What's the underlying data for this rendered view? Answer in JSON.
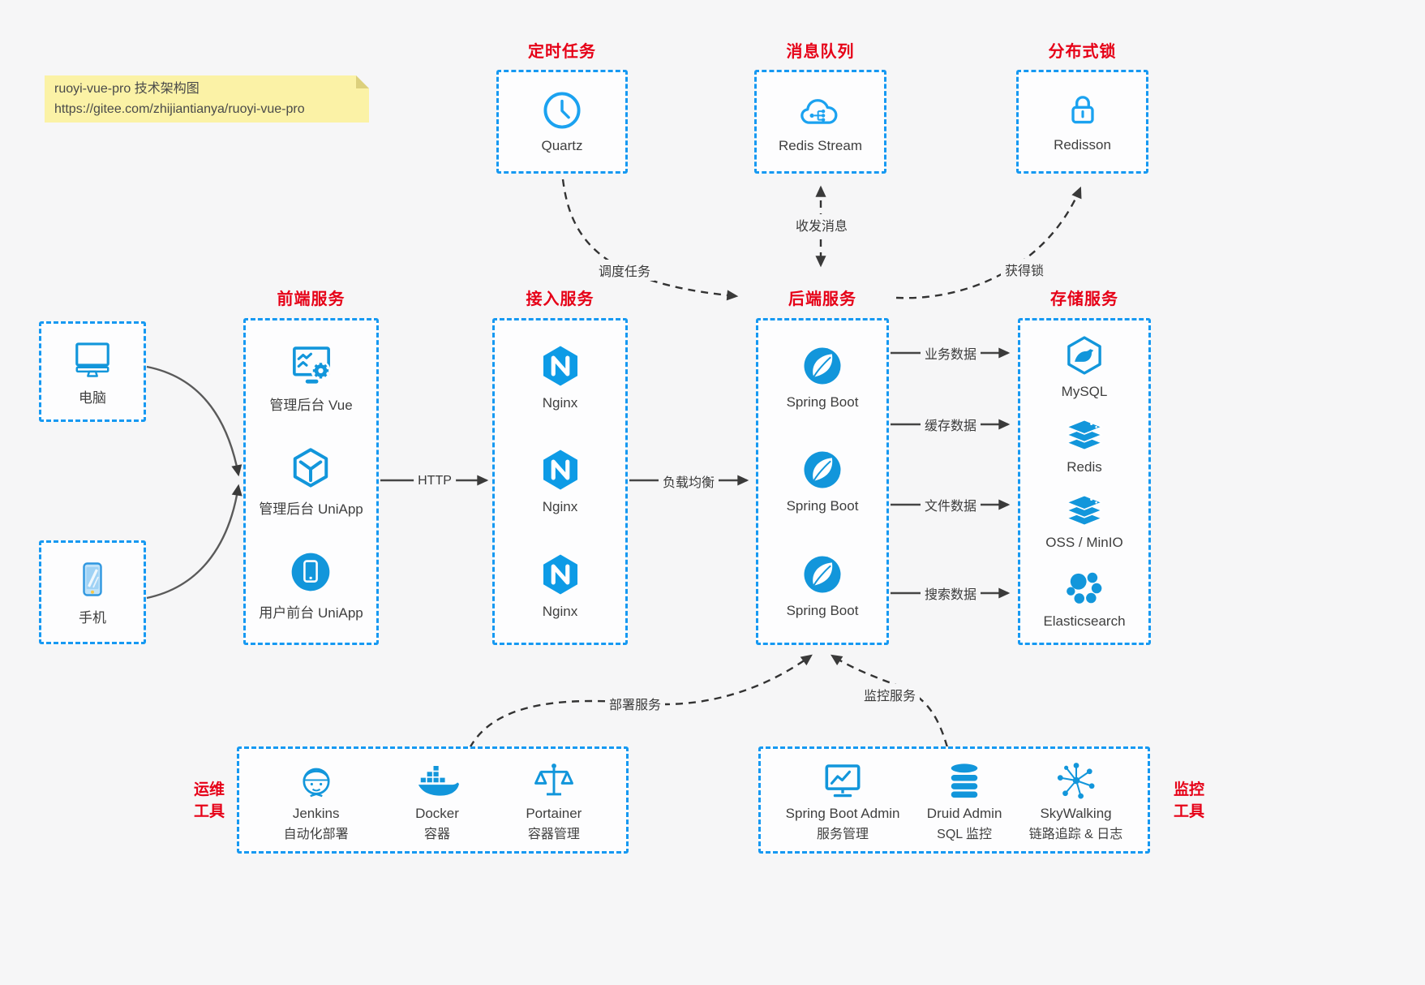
{
  "note": {
    "line1": "ruoyi-vue-pro 技术架构图",
    "line2": "https://gitee.com/zhijiantianya/ruoyi-vue-pro"
  },
  "colors": {
    "background": "#f6f6f7",
    "border_blue": "#1699f2",
    "icon_blue": "#1296db",
    "title_red": "#e60017",
    "note_yellow": "#fbf2a6",
    "arrow_dark": "#3a3a3a"
  },
  "clients": {
    "computer": "电脑",
    "phone": "手机"
  },
  "groups": {
    "scheduler": {
      "title": "定时任务",
      "label": "Quartz",
      "icon": "clock-icon"
    },
    "mq": {
      "title": "消息队列",
      "label": "Redis Stream",
      "icon": "cloud-mq-icon"
    },
    "lock": {
      "title": "分布式锁",
      "label": "Redisson",
      "icon": "lock-icon"
    },
    "frontend": {
      "title": "前端服务",
      "items": [
        {
          "label": "管理后台 Vue",
          "icon": "admin-vue-icon"
        },
        {
          "label": "管理后台 UniApp",
          "icon": "uniapp-cube-icon"
        },
        {
          "label": "用户前台 UniApp",
          "icon": "mobile-app-icon"
        }
      ]
    },
    "gateway": {
      "title": "接入服务",
      "items": [
        {
          "label": "Nginx",
          "icon": "nginx-icon"
        },
        {
          "label": "Nginx",
          "icon": "nginx-icon"
        },
        {
          "label": "Nginx",
          "icon": "nginx-icon"
        }
      ]
    },
    "backend": {
      "title": "后端服务",
      "items": [
        {
          "label": "Spring Boot",
          "icon": "spring-boot-icon"
        },
        {
          "label": "Spring Boot",
          "icon": "spring-boot-icon"
        },
        {
          "label": "Spring Boot",
          "icon": "spring-boot-icon"
        }
      ]
    },
    "storage": {
      "title": "存储服务",
      "items": [
        {
          "label": "MySQL",
          "icon": "mysql-icon"
        },
        {
          "label": "Redis",
          "icon": "redis-stack-icon"
        },
        {
          "label": "OSS / MinIO",
          "icon": "oss-stack-icon"
        },
        {
          "label": "Elasticsearch",
          "icon": "elasticsearch-icon"
        }
      ]
    },
    "ops": {
      "title_line1": "运维",
      "title_line2": "工具",
      "items": [
        {
          "label": "Jenkins",
          "sub": "自动化部署",
          "icon": "jenkins-icon"
        },
        {
          "label": "Docker",
          "sub": "容器",
          "icon": "docker-icon"
        },
        {
          "label": "Portainer",
          "sub": "容器管理",
          "icon": "portainer-icon"
        }
      ]
    },
    "monitoring": {
      "title_line1": "监控",
      "title_line2": "工具",
      "items": [
        {
          "label": "Spring Boot Admin",
          "sub": "服务管理",
          "icon": "spring-boot-admin-icon"
        },
        {
          "label": "Druid Admin",
          "sub": "SQL 监控",
          "icon": "druid-icon"
        },
        {
          "label": "SkyWalking",
          "sub": "链路追踪 & 日志",
          "icon": "skywalking-icon"
        }
      ]
    }
  },
  "edges": {
    "schedule_task": "调度任务",
    "send_receive": "收发消息",
    "acquire_lock": "获得锁",
    "http": "HTTP",
    "load_balance": "负载均衡",
    "business_data": "业务数据",
    "cache_data": "缓存数据",
    "file_data": "文件数据",
    "search_data": "搜索数据",
    "deploy_service": "部署服务",
    "monitor_service": "监控服务"
  }
}
